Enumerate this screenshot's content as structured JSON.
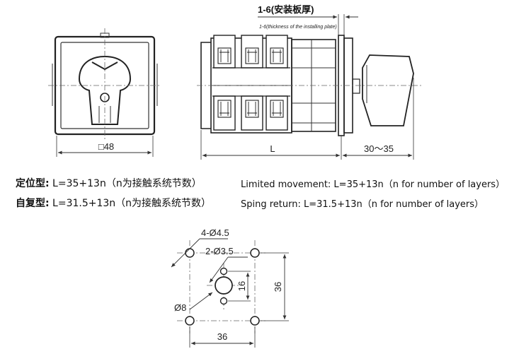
{
  "front_view": {
    "width_label": "□48"
  },
  "side_view": {
    "plate_label_cn": "1-6(安装板厚)",
    "plate_label_en": "1-6(thickness of the installing plate)",
    "length_label": "L",
    "knob_depth_label": "30～35"
  },
  "notes": [
    {
      "cn_type": "定位型:",
      "cn_formula": " L=35+13n（n为接触系统节数）",
      "en": "Limited movement: L=35+13n（n for number of layers）"
    },
    {
      "cn_type": "自复型:",
      "cn_formula": " L=31.5+13n（n为接触系统节数）",
      "en": "Sping return: L=31.5+13n（n for number of layers）"
    }
  ],
  "mounting": {
    "outer_holes_label": "4-Ø4.5",
    "small_holes_label": "2-Ø3.5",
    "center_hole_label": "Ø8",
    "inner_spacing_label": "16",
    "vertical_spacing_label": "36",
    "horizontal_spacing_label": "36"
  }
}
